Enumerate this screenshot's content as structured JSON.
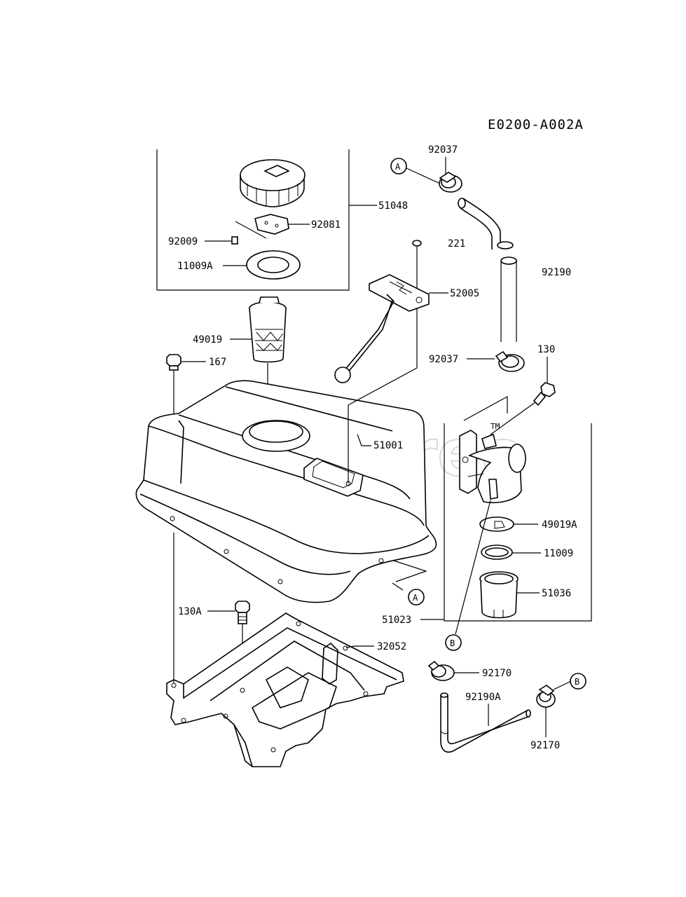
{
  "diagram_code": "E0200-A002A",
  "watermark": "PartsTree",
  "watermark_tm": "TM",
  "parts": {
    "p92037_top": "92037",
    "p51048": "51048",
    "p92081": "92081",
    "p92009": "92009",
    "p11009A": "11009A",
    "p221": "221",
    "p92190": "92190",
    "p52005": "52005",
    "p49019": "49019",
    "p167": "167",
    "p92037_bot": "92037",
    "p130": "130",
    "p51001": "51001",
    "p49019A": "49019A",
    "p11009": "11009",
    "p51036": "51036",
    "p51023": "51023",
    "p130A": "130A",
    "p32052": "32052",
    "p92170_a": "92170",
    "p92190A": "92190A",
    "p92170_b": "92170"
  },
  "callouts": {
    "a1": "A",
    "a2": "A",
    "b1": "B",
    "b2": "B"
  }
}
